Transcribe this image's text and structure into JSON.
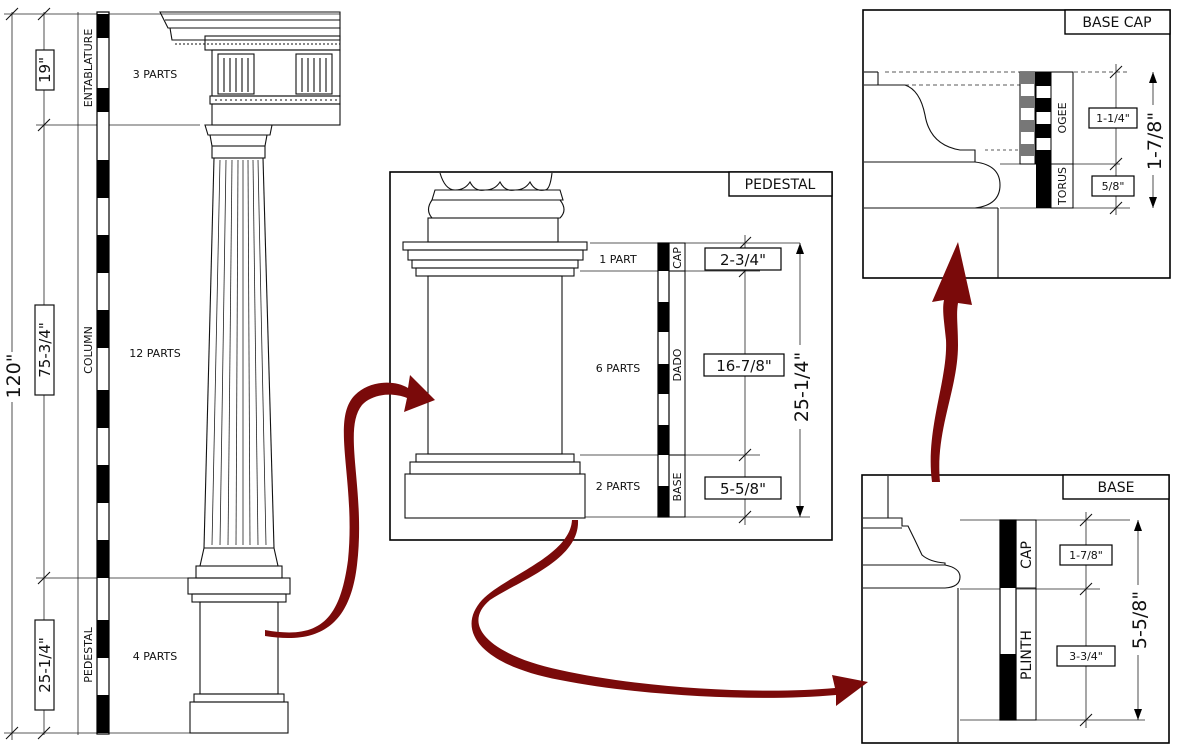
{
  "overall": {
    "total_height": "120\"",
    "segments": [
      {
        "name": "ENTABLATURE",
        "height": "19\"",
        "parts": "3 PARTS"
      },
      {
        "name": "COLUMN",
        "height": "75-3/4\"",
        "parts": "12 PARTS"
      },
      {
        "name": "PEDESTAL",
        "height": "25-1/4\"",
        "parts": "4 PARTS"
      }
    ]
  },
  "pedestal_detail": {
    "title": "PEDESTAL",
    "total": "25-1/4\"",
    "rows": [
      {
        "name": "CAP",
        "parts": "1 PART",
        "dim": "2-3/4\""
      },
      {
        "name": "DADO",
        "parts": "6 PARTS",
        "dim": "16-7/8\""
      },
      {
        "name": "BASE",
        "parts": "2 PARTS",
        "dim": "5-5/8\""
      }
    ]
  },
  "base_cap_detail": {
    "title": "BASE CAP",
    "total": "1-7/8\"",
    "rows": [
      {
        "name": "OGEE",
        "dim": "1-1/4\""
      },
      {
        "name": "TORUS",
        "dim": "5/8\""
      }
    ]
  },
  "base_detail": {
    "title": "BASE",
    "total": "5-5/8\"",
    "rows": [
      {
        "name": "CAP",
        "dim": "1-7/8\""
      },
      {
        "name": "PLINTH",
        "dim": "3-3/4\""
      }
    ]
  },
  "colors": {
    "arrow": "#7a0a0a",
    "line": "#111111"
  }
}
